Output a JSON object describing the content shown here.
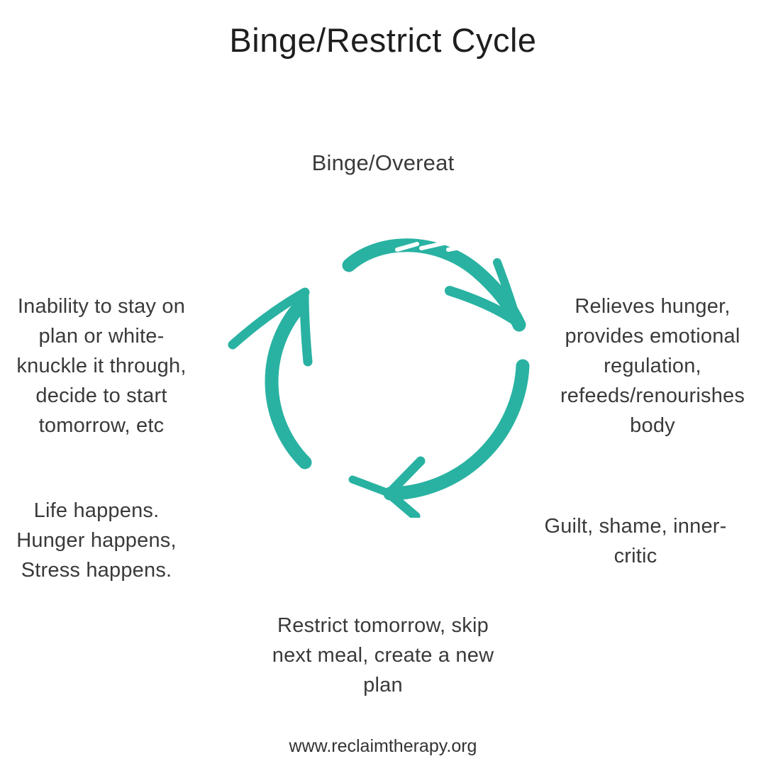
{
  "page": {
    "title": "Binge/Restrict Cycle",
    "footer_url": "www.reclaimtherapy.org",
    "background_color": "#ffffff",
    "text_color": "#3a3a3a"
  },
  "diagram": {
    "accent_color": "#29b2a2",
    "icon": "circular-arrows-clockwise-icon",
    "stages": [
      {
        "id": "binge-overeat",
        "position": "top",
        "lines": [
          "Binge/Overeat"
        ]
      },
      {
        "id": "relieves-hunger",
        "position": "right",
        "lines": [
          "Relieves hunger,",
          "provides emotional",
          "regulation,",
          "refeeds/renourishes",
          "body"
        ]
      },
      {
        "id": "guilt-shame-inner-critic",
        "position": "bottom-right",
        "lines": [
          "Guilt, shame, inner-",
          "critic"
        ]
      },
      {
        "id": "restrict-tomorrow",
        "position": "bottom",
        "lines": [
          "Restrict tomorrow, skip",
          "next meal, create a new",
          "plan"
        ]
      },
      {
        "id": "life-happens",
        "position": "bottom-left",
        "lines": [
          "Life happens.",
          "Hunger happens,",
          "Stress happens."
        ]
      },
      {
        "id": "inability-to-stay-on-plan",
        "position": "left",
        "lines": [
          "Inability to stay on",
          "plan or white-",
          "knuckle it through,",
          "decide to start",
          "tomorrow, etc"
        ]
      }
    ]
  }
}
